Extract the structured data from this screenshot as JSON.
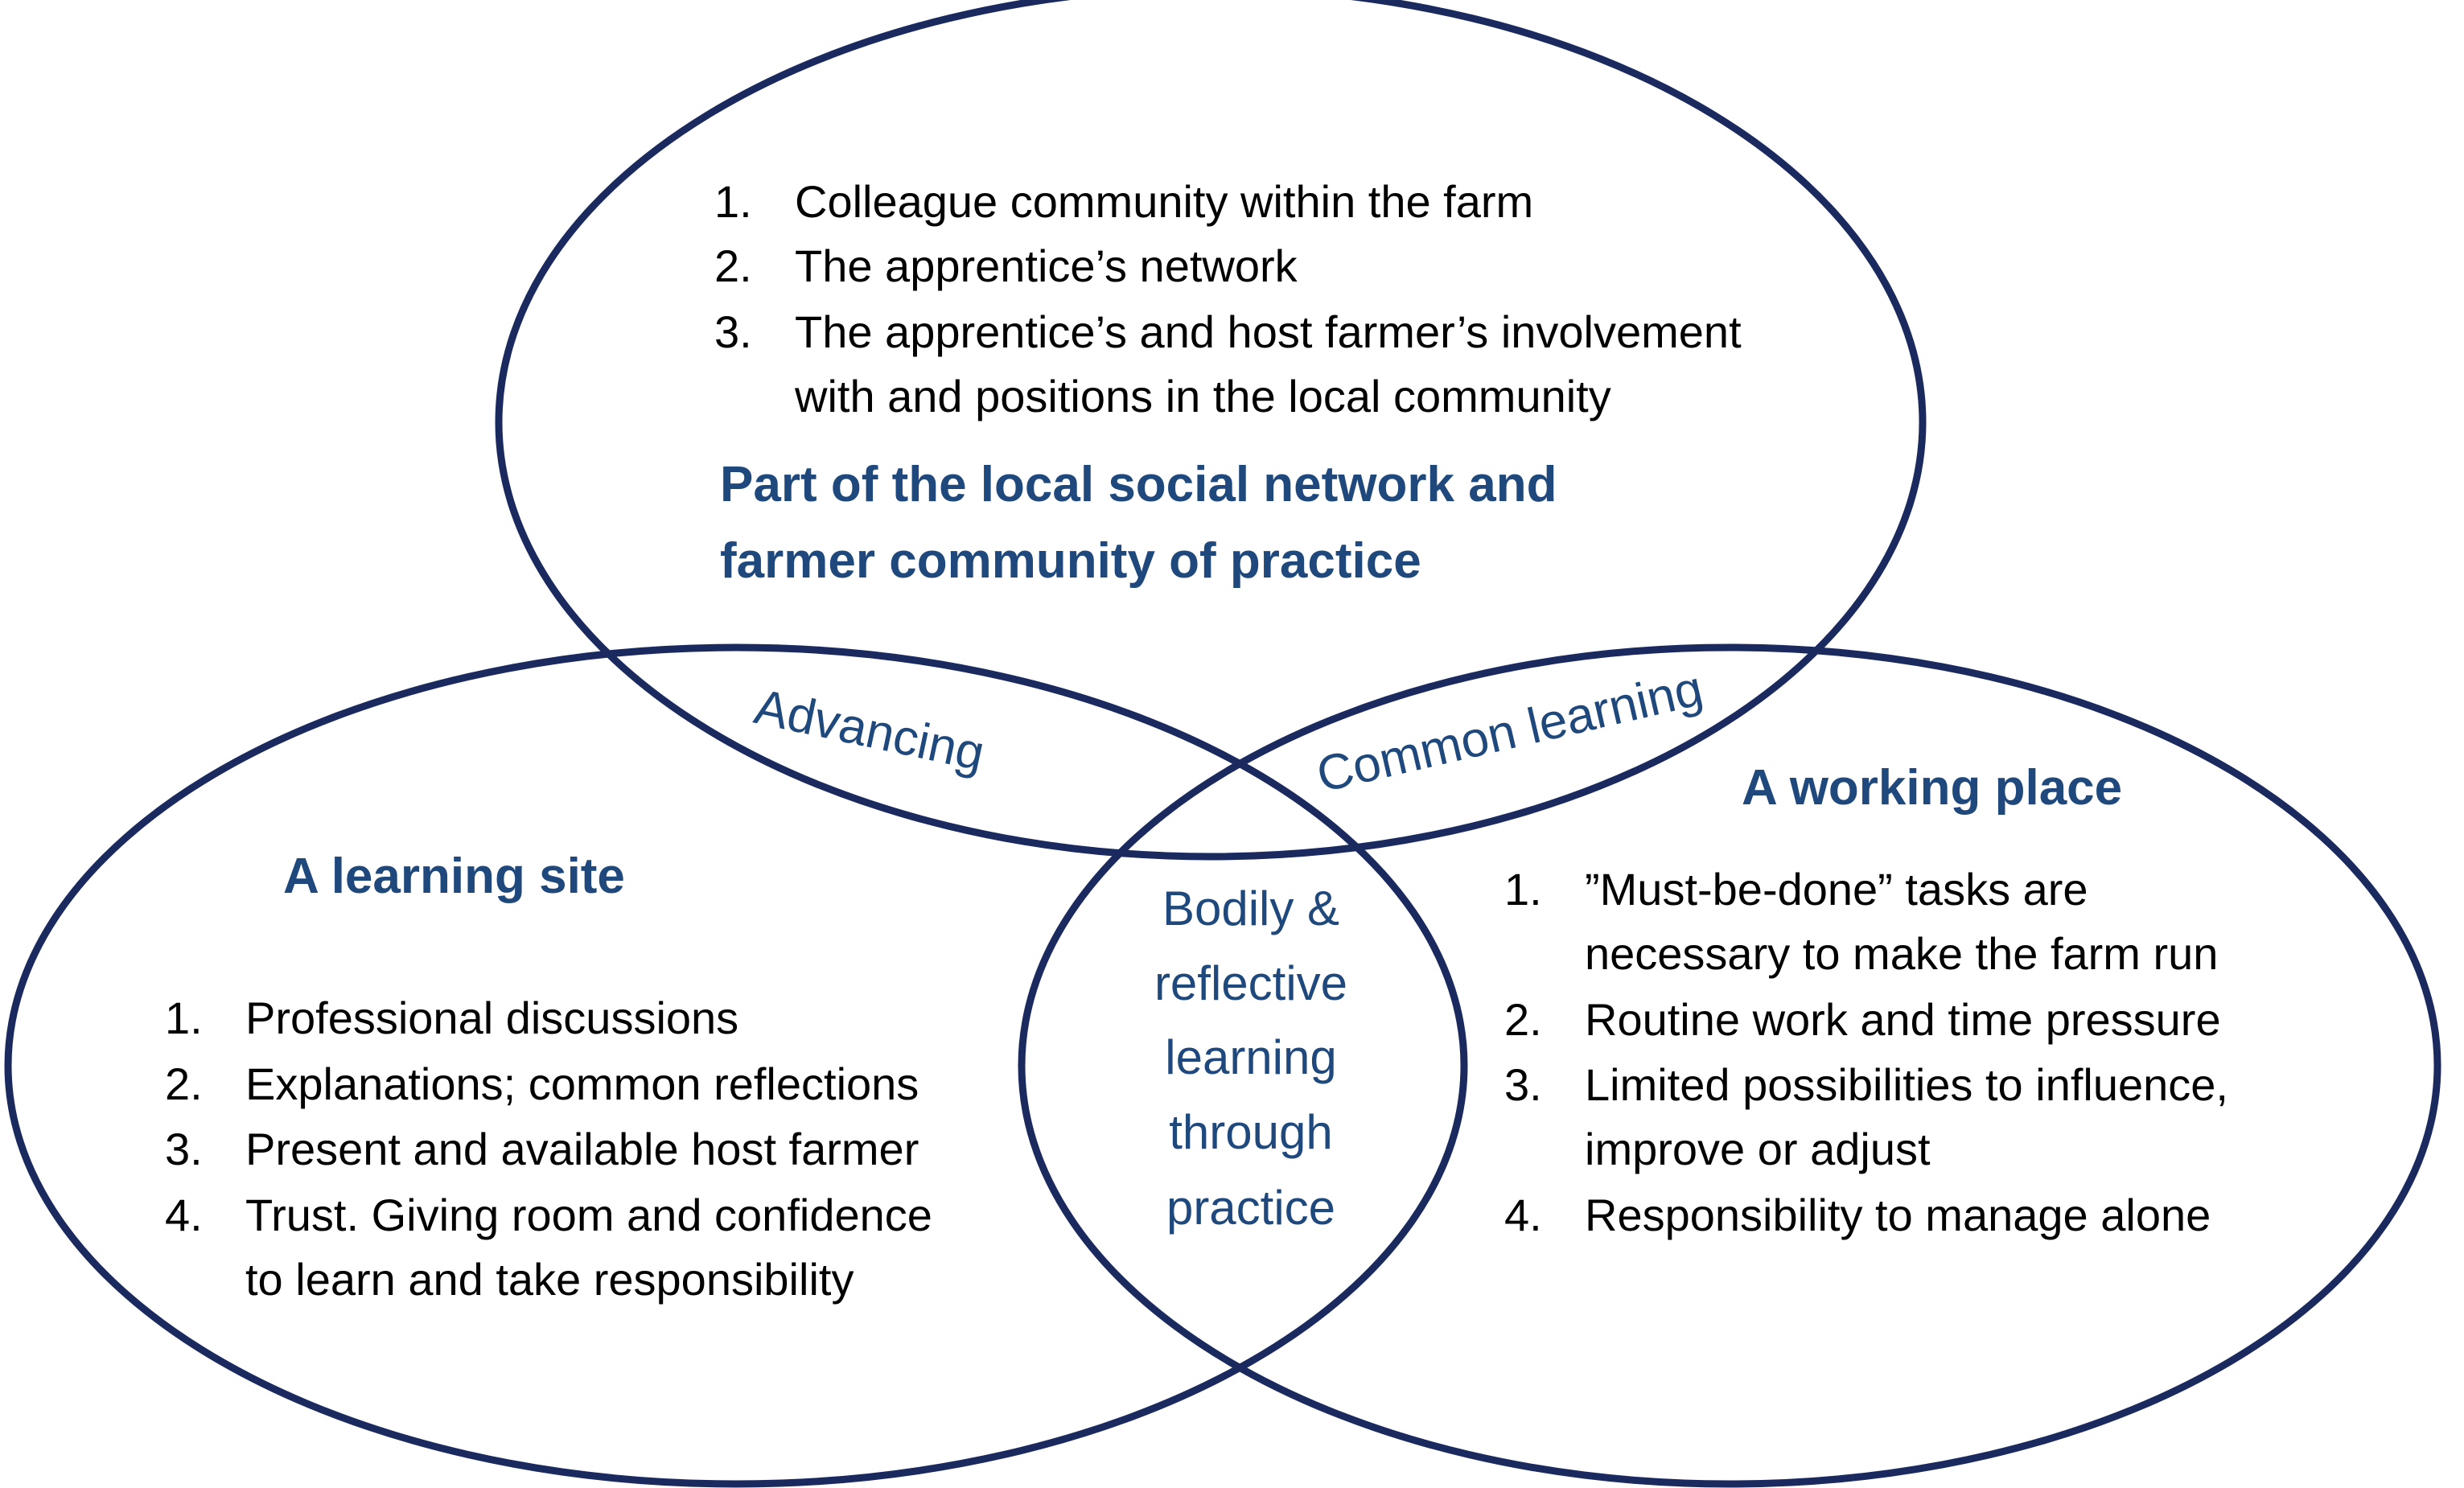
{
  "circles": {
    "top": {
      "items": [
        {
          "num": "1.",
          "lines": [
            "Colleague community within the farm"
          ]
        },
        {
          "num": "2.",
          "lines": [
            "The apprentice’s network"
          ]
        },
        {
          "num": "3.",
          "lines": [
            "The apprentice’s and host farmer’s involvement",
            "with and positions in the local community"
          ]
        }
      ],
      "heading": [
        "Part of the local social network and",
        "farmer community of practice"
      ]
    },
    "left": {
      "heading": "A learning site",
      "items": [
        {
          "num": "1.",
          "lines": [
            "Professional discussions"
          ]
        },
        {
          "num": "2.",
          "lines": [
            "Explanations; common reflections"
          ]
        },
        {
          "num": "3.",
          "lines": [
            "Present and available host farmer"
          ]
        },
        {
          "num": "4.",
          "lines": [
            "Trust. Giving room and confidence",
            "to learn and take responsibility"
          ]
        }
      ]
    },
    "right": {
      "heading": "A working place",
      "items": [
        {
          "num": "1.",
          "lines": [
            "”Must-be-done” tasks are",
            "necessary to make the farm run"
          ]
        },
        {
          "num": "2.",
          "lines": [
            "Routine work and time pressure"
          ]
        },
        {
          "num": "3.",
          "lines": [
            "Limited possibilities to influence,",
            "improve or adjust"
          ]
        },
        {
          "num": "4.",
          "lines": [
            "Responsibility to manage alone"
          ]
        }
      ]
    }
  },
  "overlaps": {
    "top_left": "Advancing",
    "top_right": "Common learning",
    "center": [
      "Bodily &",
      "reflective",
      "learning",
      "through",
      "practice"
    ]
  },
  "colors": {
    "outline": "#1b2a5e",
    "heading": "#1f497d",
    "body_text": "#000000"
  }
}
